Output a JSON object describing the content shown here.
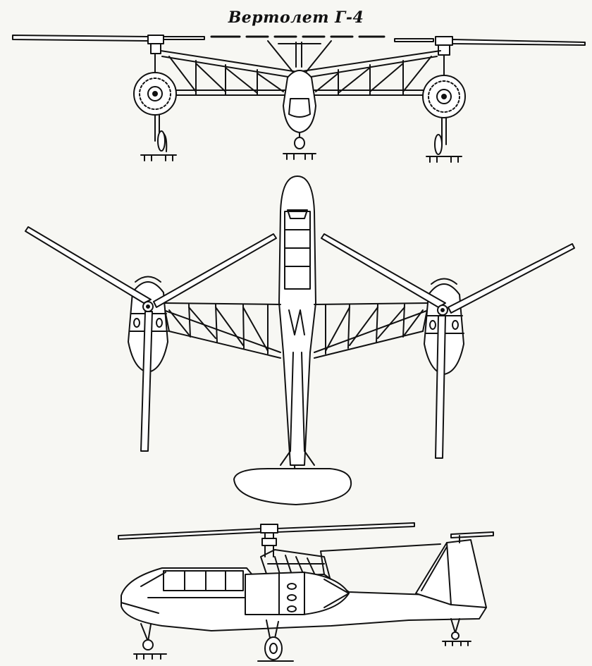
{
  "drawing": {
    "title": "Вертолет Г-4",
    "views": [
      "front-view",
      "top-view",
      "side-view"
    ],
    "colors": {
      "ink": "#111111",
      "paper": "#f7f7f3"
    }
  }
}
